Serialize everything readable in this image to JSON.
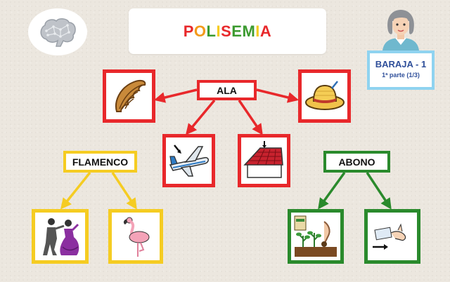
{
  "title": {
    "letters": [
      {
        "ch": "P",
        "color": "#e8282b"
      },
      {
        "ch": "O",
        "color": "#f39b1c"
      },
      {
        "ch": "L",
        "color": "#3b9a2f"
      },
      {
        "ch": "I",
        "color": "#f5cc22"
      },
      {
        "ch": "S",
        "color": "#e8282b"
      },
      {
        "ch": "E",
        "color": "#3b9a2f"
      },
      {
        "ch": "M",
        "color": "#3b9a2f"
      },
      {
        "ch": "I",
        "color": "#f5cc22"
      },
      {
        "ch": "A",
        "color": "#e8282b"
      }
    ]
  },
  "deck": {
    "title": "BARAJA - 1",
    "subtitle": "1ª parte (1/3)"
  },
  "words": {
    "main": "ALA",
    "left": "FLAMENCO",
    "right": "ABONO"
  },
  "cards": {
    "main": [
      "wing-icon",
      "hat-icon",
      "airplane-icon",
      "roof-icon"
    ],
    "left": [
      "flamenco-dancers-icon",
      "flamingo-icon"
    ],
    "right": [
      "fertilizer-plants-icon",
      "payment-icon"
    ]
  },
  "colors": {
    "red": "#e8282b",
    "yellow": "#f5cc22",
    "green": "#2a8a2c",
    "deck_border": "#8fd3f0"
  }
}
